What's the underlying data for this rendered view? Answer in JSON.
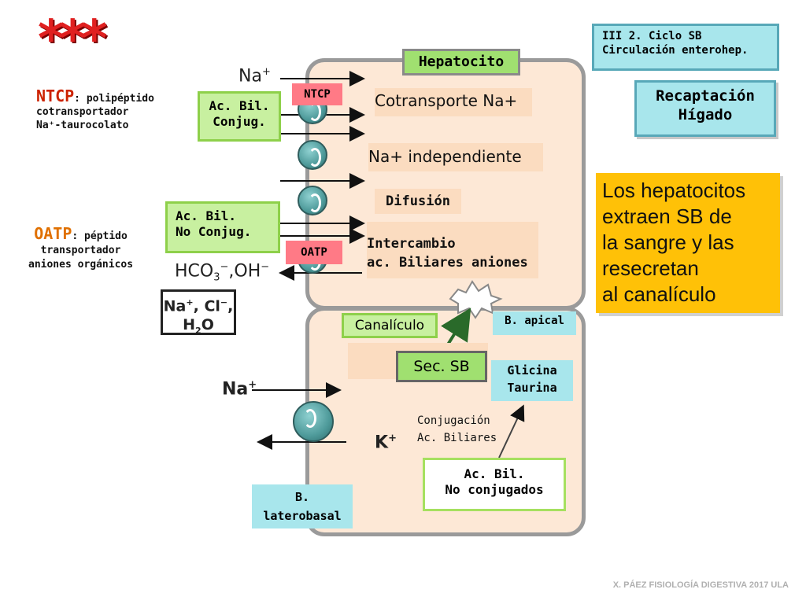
{
  "slide": {
    "stars": "***",
    "hepatocito_label": "Hepatocito",
    "info_box": {
      "line1": "III 2. Ciclo SB",
      "line2": "Circulación enterohep."
    },
    "recaptacion": {
      "line1": "Recaptación",
      "line2": "Hígado"
    },
    "ntcp_def": {
      "acronym": "NTCP",
      "rest": ": polipéptido",
      "line2": "cotransportador",
      "line3": "Na⁺-taurocolato"
    },
    "oatp_def": {
      "acronym": "OATP",
      "rest": ": péptido",
      "line2": "transportador",
      "line3": "aniones orgánicos"
    },
    "acbil_conjug": {
      "line1": "Ac. Bil.",
      "line2": "Conjug."
    },
    "acbil_noconjug": {
      "line1": "Ac. Bil.",
      "line2": "No Conjug."
    },
    "ntcp_tag": "NTCP",
    "oatp_tag": "OATP",
    "mechanisms": {
      "cotransporte": "Cotransporte Na+",
      "independiente": "Na+ independiente",
      "difusion": "Difusión",
      "intercambio1": "Intercambio",
      "intercambio2": "ac. Biliares aniones"
    },
    "explanation": [
      "Los hepatocitos",
      "extraen SB de",
      "la sangre y las",
      "resecretan",
      "al canalículo"
    ],
    "ions": {
      "na_top": "Na",
      "na_top_sup": "+",
      "hco3": "HCO",
      "hco3_sub": "3",
      "hco3_sup": "−",
      "oh": ",OH",
      "oh_sup": "−",
      "nacl1": "Na",
      "nacl_sup1": "+",
      "nacl2": ", Cl",
      "nacl_sup2": "−",
      "nacl3": ",",
      "h2o": "H",
      "h2o_sub": "2",
      "h2o_end": "O",
      "na_bottom": "Na",
      "na_bottom_sup": "+",
      "k_bottom": "K",
      "k_bottom_sup": "+"
    },
    "canaliculo": "Canalículo",
    "b_apical": "B. apical",
    "sec_sb": "Sec. SB",
    "glicina": {
      "line1": "Glicina",
      "line2": "Taurina"
    },
    "conjugacion": {
      "line1": "Conjugación",
      "line2": "Ac. Biliares"
    },
    "acbil_noconjugados": {
      "line1": "Ac. Bil.",
      "line2": "No conjugados"
    },
    "b_laterobasal": {
      "line1": "B.",
      "line2": "laterobasal"
    },
    "footer": "X. PÁEZ   FISIOLOGÍA DIGESTIVA 2017 ULA"
  },
  "colors": {
    "cell_fill": "#fde8d6",
    "green": "#c8f0a0",
    "blue": "#a8e6ec",
    "orange_callout": "#ffc107",
    "red_text": "#cc2200",
    "orange_text": "#e07000"
  }
}
